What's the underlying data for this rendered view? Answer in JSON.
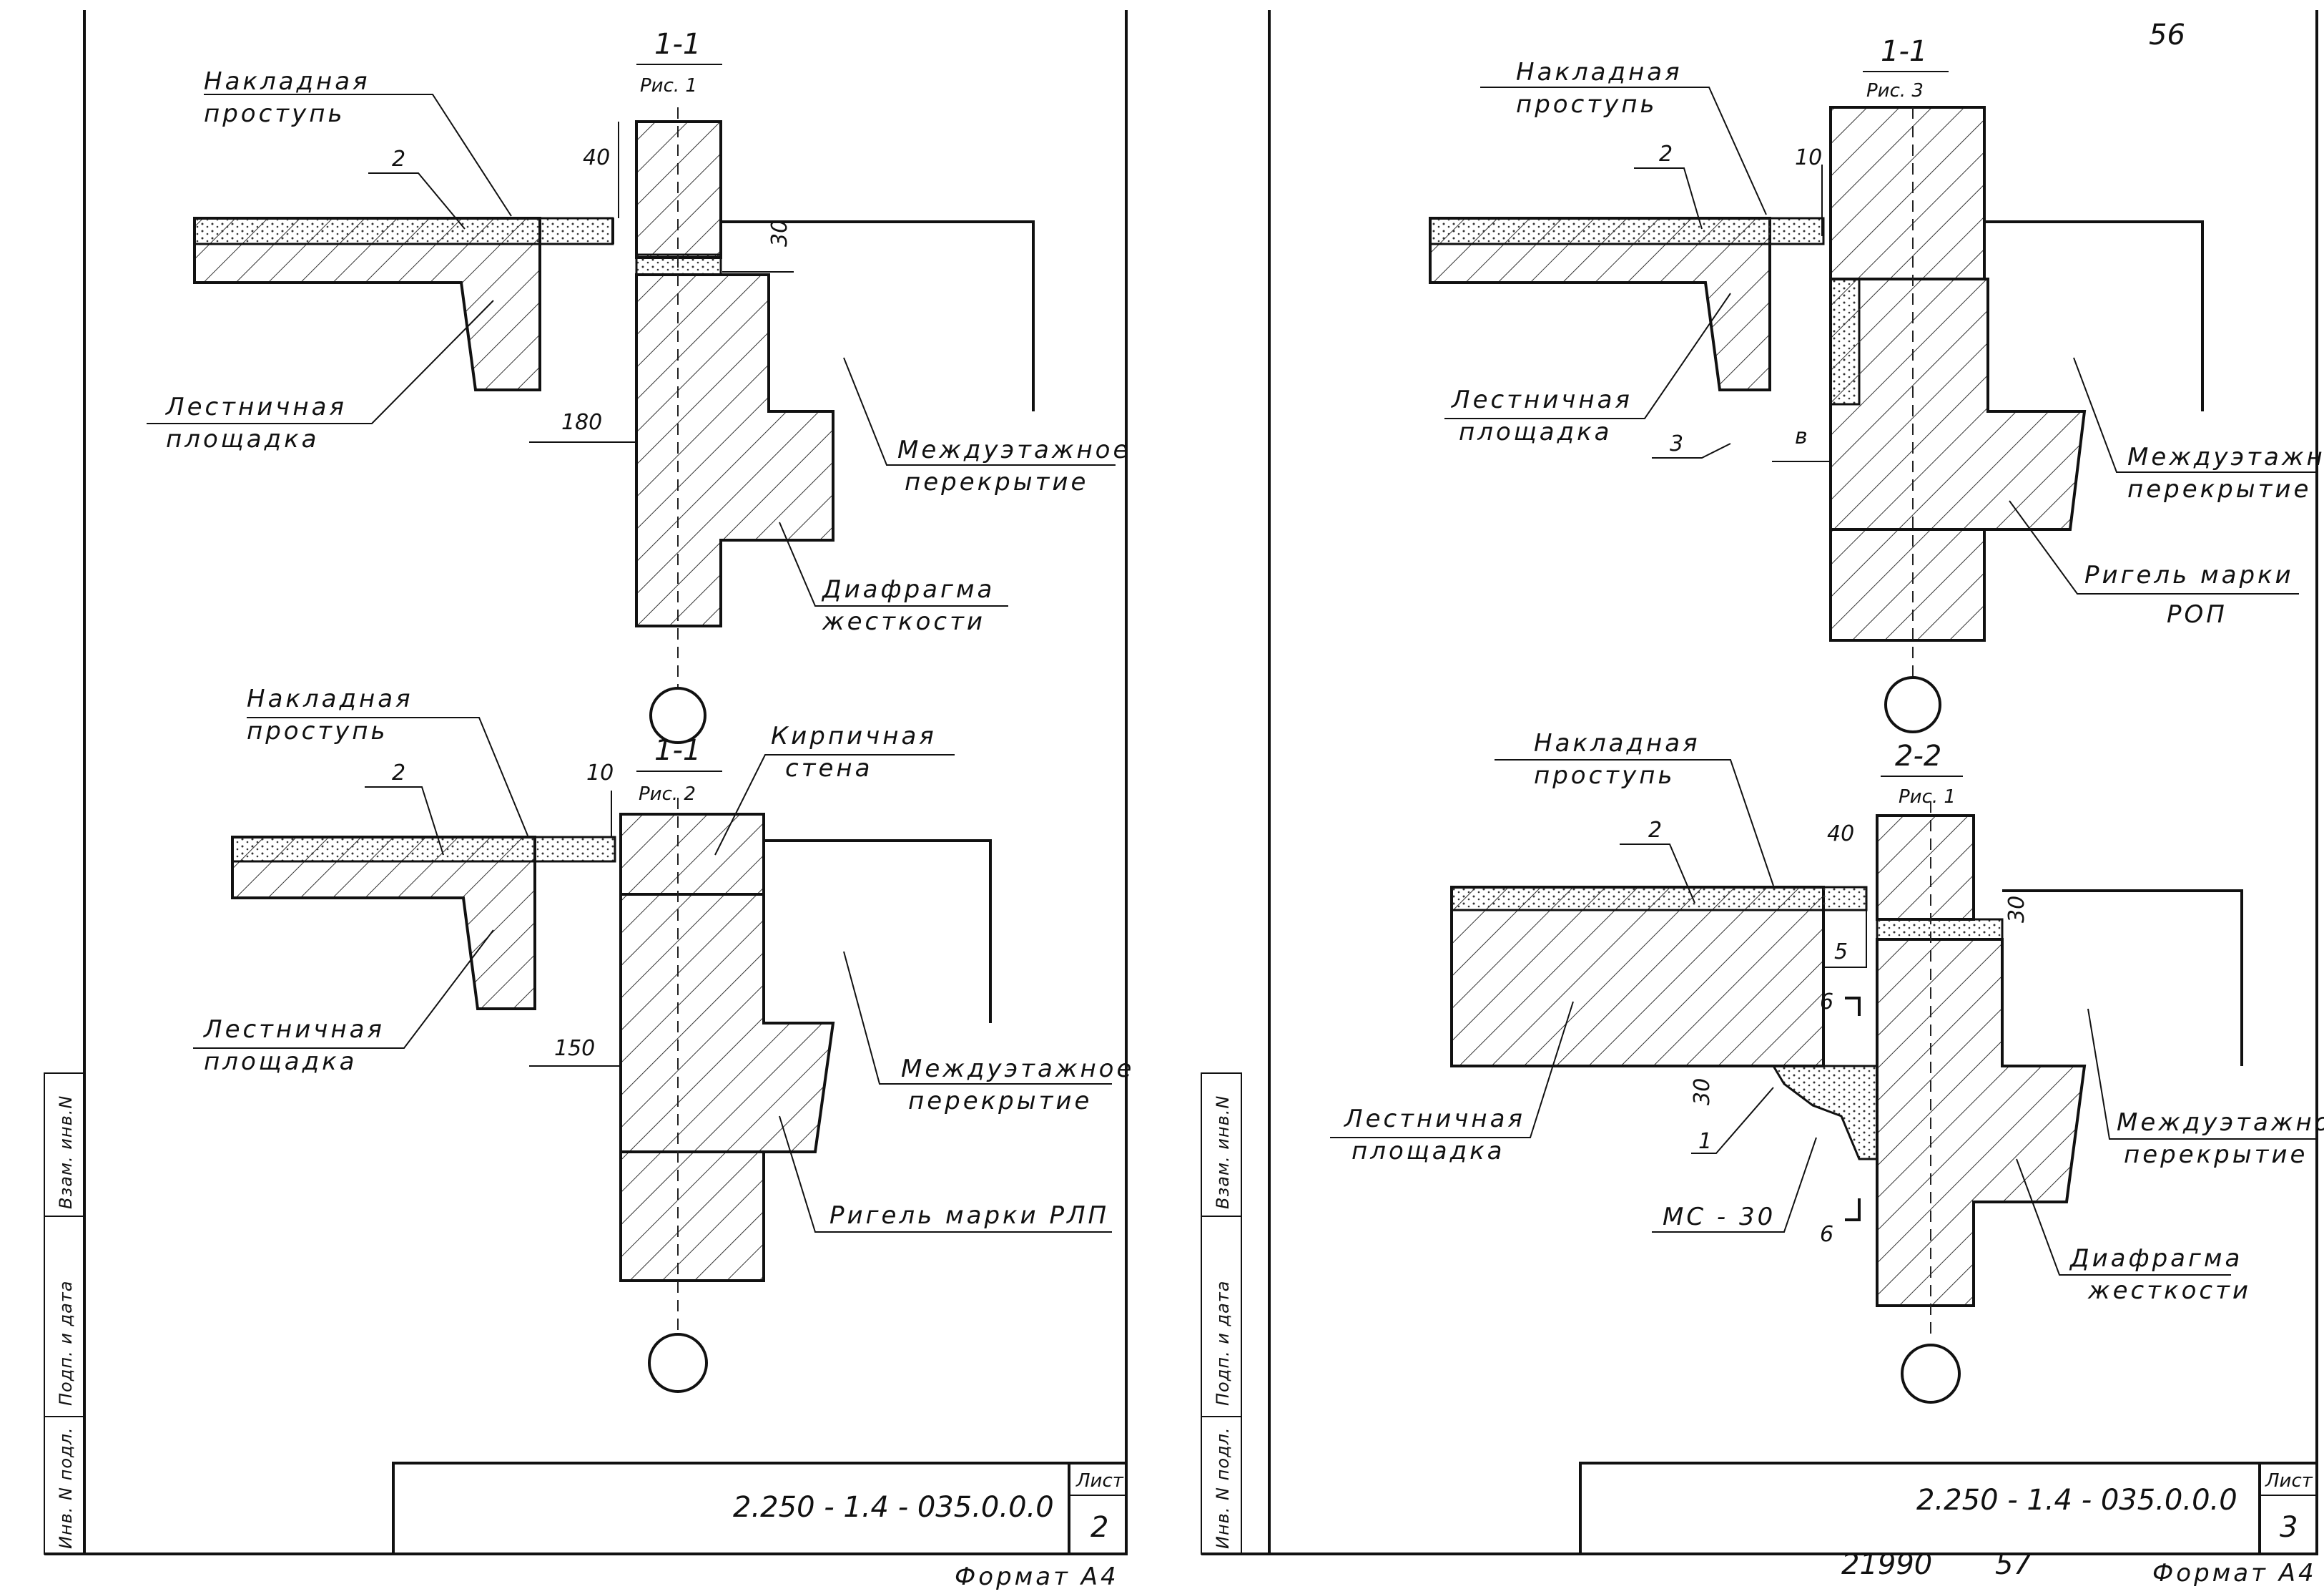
{
  "page_number": "56",
  "left_sheet": {
    "detail_top": {
      "section": "1-1",
      "figure": "Рис. 1",
      "tread": [
        "Накладная",
        "проступь"
      ],
      "marker": "2",
      "landing": [
        "Лестничная",
        "площадка"
      ],
      "floor": [
        "Междуэтажное",
        "перекрытие"
      ],
      "member": [
        "Диафрагма",
        "жесткости"
      ],
      "dims": [
        "40",
        "30",
        "180"
      ]
    },
    "detail_bottom": {
      "section": "1-1",
      "figure": "Рис. 2",
      "tread": [
        "Накладная",
        "проступь"
      ],
      "marker": "2",
      "wall": [
        "Кирпичная",
        "стена"
      ],
      "landing": [
        "Лестничная",
        "площадка"
      ],
      "floor": [
        "Междуэтажное",
        "перекрытие"
      ],
      "member": "Ригель марки РЛП",
      "dims": [
        "10",
        "150"
      ]
    },
    "title_block": {
      "code": "2.250 - 1.4 - 035.0.0.0",
      "sheet_label": "Лист",
      "sheet": "2"
    },
    "stamp": [
      "Инв. N подл.",
      "Подп. и дата",
      "Взам. инв.N"
    ],
    "format": "Формат А4"
  },
  "right_sheet": {
    "detail_top": {
      "section": "1-1",
      "figure": "Рис. 3",
      "tread": [
        "Накладная",
        "проступь"
      ],
      "marker": "2",
      "landing": [
        "Лестничная",
        "площадка"
      ],
      "marker3": "3",
      "floor": [
        "Междуэтажное",
        "перекрытие"
      ],
      "member": [
        "Ригель марки",
        "РОП"
      ],
      "dims": [
        "10",
        "в"
      ]
    },
    "detail_bottom": {
      "section": "2-2",
      "figure": "Рис. 1",
      "tread": [
        "Накладная",
        "проступь"
      ],
      "marker": "2",
      "landing": [
        "Лестничная",
        "площадка"
      ],
      "floor": [
        "Междуэтажное",
        "перекрытие"
      ],
      "member": [
        "Диафрагма",
        "жесткости"
      ],
      "dims": [
        "40",
        "30",
        "5",
        "30"
      ],
      "cut": "6",
      "marker1": "1",
      "part": "МС - 30"
    },
    "title_block": {
      "code": "2.250 - 1.4 - 035.0.0.0",
      "sheet_label": "Лист",
      "sheet": "3"
    },
    "stamp": [
      "Инв. N подл.",
      "Подп. и дата",
      "Взам. инв.N"
    ],
    "footer_left": "21990",
    "footer_mid": "57",
    "format": "Формат А4"
  }
}
